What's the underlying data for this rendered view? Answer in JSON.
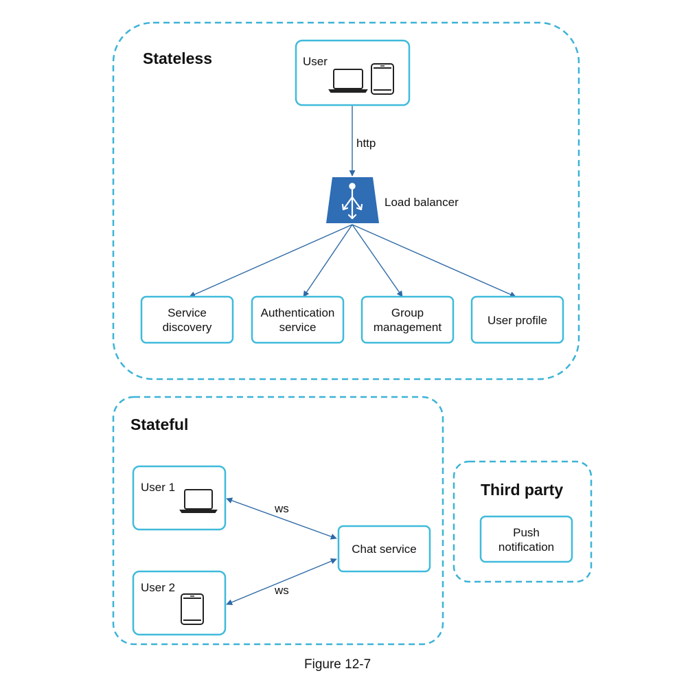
{
  "zones": {
    "stateless": {
      "title": "Stateless"
    },
    "stateful": {
      "title": "Stateful"
    },
    "third_party": {
      "title": "Third party"
    }
  },
  "nodes": {
    "user": {
      "label": "User"
    },
    "load_balancer": {
      "label": "Load balancer"
    },
    "service_discovery": {
      "line1": "Service",
      "line2": "discovery"
    },
    "auth_service": {
      "line1": "Authentication",
      "line2": "service"
    },
    "group_management": {
      "line1": "Group",
      "line2": "management"
    },
    "user_profile": {
      "label": "User profile"
    },
    "user1": {
      "label": "User 1"
    },
    "user2": {
      "label": "User 2"
    },
    "chat_service": {
      "label": "Chat service"
    },
    "push_notification": {
      "line1": "Push",
      "line2": "notification"
    }
  },
  "edges": {
    "user_to_lb": {
      "label": "http"
    },
    "user1_chat": {
      "label": "ws"
    },
    "user2_chat": {
      "label": "ws"
    }
  },
  "caption": "Figure 12-7",
  "colors": {
    "zone_border": "#3bb3d6",
    "box_border": "#3fbadb",
    "arrow": "#2e6aa6",
    "load_balancer_fill": "#2f6db5",
    "load_balancer_icon": "#ffffff",
    "device_stroke": "#222222"
  },
  "icons": {
    "user": [
      "laptop-icon",
      "phone-icon"
    ],
    "user1": "laptop-icon",
    "user2": "phone-icon",
    "load_balancer": "load-balancer-icon"
  }
}
